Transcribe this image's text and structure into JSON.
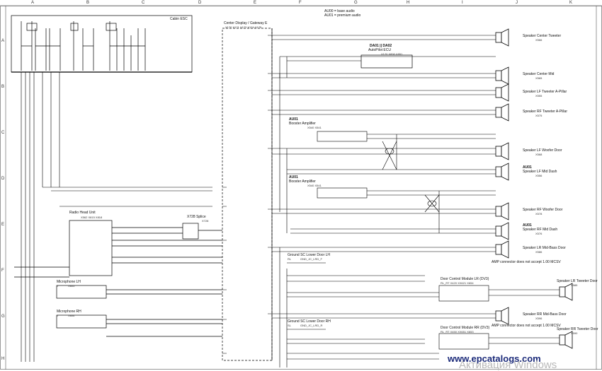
{
  "grid": {
    "columns": [
      "A",
      "B",
      "C",
      "D",
      "E",
      "F",
      "G",
      "H",
      "I",
      "J",
      "K"
    ],
    "rows": [
      "A",
      "B",
      "C",
      "D",
      "E",
      "F",
      "G",
      "H"
    ]
  },
  "legend": {
    "au00": "AU00 = base audio",
    "au01": "AU01 = premium audio"
  },
  "cabin_esc": "Cabin ESC",
  "center_display": {
    "title": "Center Display / Gateway E",
    "connectors": "X170  X171  X173  X174  X175"
  },
  "radio_head_unit": {
    "title": "Radio Head Unit",
    "connectors": "X562  X815  X818"
  },
  "x728_splice": {
    "title": "X728 Splice",
    "connector": "X728"
  },
  "microphones": [
    {
      "title": "Microphone LH",
      "sub": "J",
      "connector": "X805"
    },
    {
      "title": "Microphone RH",
      "sub": "J",
      "connector": "X806"
    }
  ],
  "autopilot": {
    "title": "DA01 || DA02",
    "sub": "AutoPilot ECU",
    "connectors": "X120  X890  X891"
  },
  "boosters": [
    {
      "option": "AU01",
      "title": "Booster Amplifier",
      "connectors": "X540  X541"
    },
    {
      "option": "AU01",
      "title": "Booster Amplifier",
      "connectors": "X540  X541"
    }
  ],
  "connectors_doors": [
    {
      "title": "Ground SC Lower Door LH",
      "sub": "RL",
      "code": "GND_JC_LRD_F"
    },
    {
      "title": "Ground SC Lower Door RH",
      "sub": "SL",
      "code": "GND_JC_LRD_R"
    }
  ],
  "door_modules": [
    {
      "title": "Door Control Module LR (DV3)",
      "sub": "RL_RT    X420    XX621 X654"
    },
    {
      "title": "Door Control Module RR (DV3)",
      "sub": "RL_RT    X450    XX651 X653"
    }
  ],
  "speakers": [
    {
      "option": "",
      "title": "Speaker Center Tweeter",
      "connector": "X566"
    },
    {
      "option": "",
      "title": "Speaker Center Mid",
      "connector": "X565"
    },
    {
      "option": "",
      "title": "Speaker LF Tweeter A-Pillar",
      "connector": "X555"
    },
    {
      "option": "",
      "title": "Speaker RF Tweeter A-Pillar",
      "connector": "X575"
    },
    {
      "option": "",
      "title": "Speaker LF Woofer Door",
      "connector": "X568"
    },
    {
      "option": "AU01",
      "title": "Speaker LF Mid Dash",
      "connector": "X556"
    },
    {
      "option": "",
      "title": "Speaker RF Woofer Door",
      "connector": "X578"
    },
    {
      "option": "AU01",
      "title": "Speaker RF Mid Dash",
      "connector": "X576"
    },
    {
      "option": "",
      "title": "Speaker LR Mid-Bass Door",
      "connector": "X586"
    },
    {
      "option": "",
      "title": "Speaker RR Mid-Bass Door",
      "connector": "X596"
    }
  ],
  "tweeters_rear": [
    {
      "title": "Speaker LR Tweeter Door",
      "connector": "X585"
    },
    {
      "title": "Speaker RR Tweeter Door",
      "connector": "X590"
    }
  ],
  "amp_notes": [
    "AMP connector does not accept 1.00 MCSV",
    "AMP connector does not accept 1.00 MCSV"
  ],
  "watermark": "www.epcatalogs.com",
  "activation_ghost": "Активация Windows"
}
